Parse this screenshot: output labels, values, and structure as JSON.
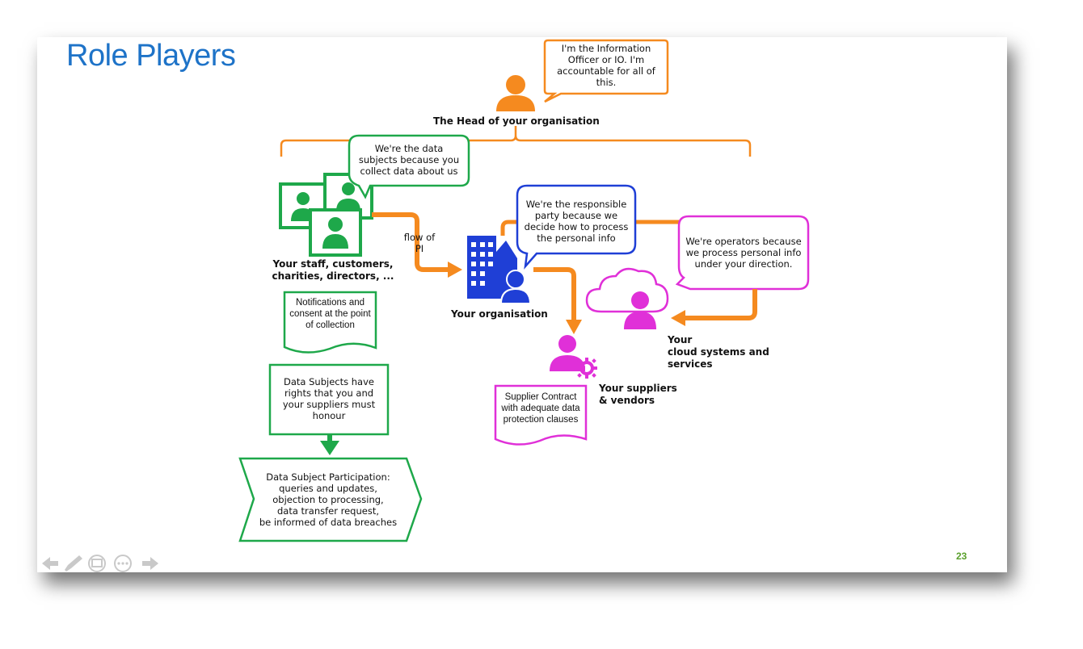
{
  "slide": {
    "title": "Role Players",
    "page_number": "23"
  },
  "head": {
    "bubble": [
      "I'm the Information",
      "Officer or IO. I'm",
      "accountable for all of",
      "this."
    ],
    "label": "The Head of your organisation"
  },
  "data_subjects": {
    "bubble": [
      "We're the data",
      "subjects because you",
      "collect data about us"
    ],
    "label": [
      "Your staff, customers,",
      "charities, directors, ..."
    ]
  },
  "flow": {
    "label": [
      "flow of",
      "PI"
    ]
  },
  "organisation": {
    "bubble": [
      "We're the responsible",
      "party because we",
      "decide how to process",
      "the personal info"
    ],
    "label": "Your organisation"
  },
  "operators": {
    "bubble": [
      "We're operators because",
      "we process personal info",
      "under your direction."
    ],
    "label": [
      "Your",
      "cloud systems and",
      "services"
    ]
  },
  "suppliers": {
    "label": [
      "Your suppliers",
      "& vendors"
    ],
    "note": [
      "Supplier Contract",
      "with adequate data",
      "protection clauses"
    ]
  },
  "notifications": {
    "note": [
      "Notifications and",
      "consent at the point",
      "of collection"
    ]
  },
  "rights": {
    "box": [
      "Data Subjects have",
      "rights that you and",
      "your suppliers must",
      "honour"
    ]
  },
  "participation": {
    "box": [
      "Data Subject Participation:",
      "queries and updates,",
      "objection to processing,",
      "data transfer request,",
      "be informed of data breaches"
    ]
  },
  "colors": {
    "title": "#1e73c8",
    "orange": "#f58a1f",
    "green": "#1ea84a",
    "blue": "#1f3fd6",
    "magenta": "#e030d8",
    "page_number": "#5aa02c"
  },
  "icons": [
    "person-icon",
    "building-icon",
    "cloud-icon",
    "gear-icon",
    "arrow-left-icon",
    "pen-icon",
    "slides-icon",
    "more-icon",
    "arrow-right-icon"
  ]
}
